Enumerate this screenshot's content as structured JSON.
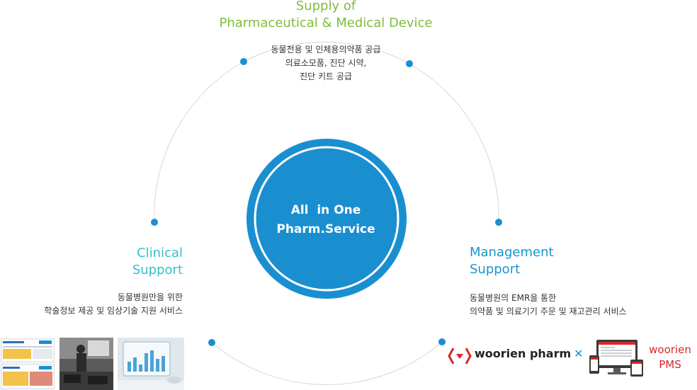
{
  "center": {
    "line1": "All  in One",
    "line2": "Pharm.Service"
  },
  "supply": {
    "title_line1": "Supply of",
    "title_line2": "Pharmaceutical & Medical Device",
    "desc_line1": "동물전용 및 인체용의약품 공급",
    "desc_line2": "의료소모품, 진단 시약,",
    "desc_line3": "진단 키트 공급"
  },
  "clinical": {
    "title_line1": "Clinical",
    "title_line2": "Support",
    "desc_line1": "동물병원만을 위한",
    "desc_line2": "학술정보 제공 및 임상기술 지원 서비스"
  },
  "management": {
    "title_line1": "Management",
    "title_line2": "Support",
    "desc_line1": "동물병원의 EMR을 통한",
    "desc_line2": "의약품 및 의료기기 주문 및 재고관리 서비스"
  },
  "logos": {
    "woorien_pharm": "woorien pharm",
    "woorien_pharm_mark": "✕",
    "pms_line1": "woorien",
    "pms_line2": "PMS"
  },
  "colors": {
    "supply_green": "#7bbf3a",
    "clinical_teal": "#38bfc9",
    "management_blue": "#1a95cf",
    "center_blue": "#1a8fd0",
    "dot_blue": "#1a8fd0",
    "brand_red": "#d8262b"
  },
  "icons": [
    "clinical-document-thumbnail",
    "seminar-photo-thumbnail",
    "chart-monitor-thumbnail",
    "woorien-pharm-logo",
    "pms-devices-icon"
  ]
}
